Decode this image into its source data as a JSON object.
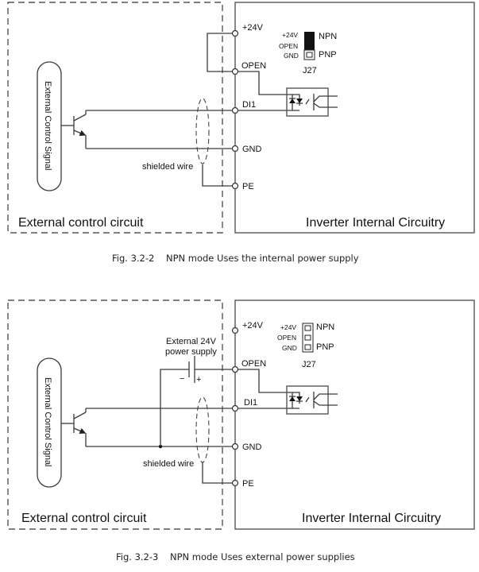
{
  "figures": [
    {
      "id": "fig-3-2-2",
      "caption": "Fig. 3.2-2    NPN mode Uses the internal power supply",
      "external_box_label": "External control circuit",
      "internal_box_label": "Inverter Internal Circuitry",
      "signal_label": "External Control Signal",
      "shield_label": "shielded wire",
      "terminals": [
        "+24V",
        "OPEN",
        "DI1",
        "GND",
        "PE"
      ],
      "jumper": {
        "name": "J27",
        "pins": [
          "+24V",
          "OPEN",
          "GND"
        ],
        "modes": [
          "NPN",
          "PNP"
        ],
        "selected": "NPN"
      }
    },
    {
      "id": "fig-3-2-3",
      "caption": "Fig. 3.2-3    NPN mode Uses external power supplies",
      "external_box_label": "External control circuit",
      "internal_box_label": "Inverter Internal Circuitry",
      "signal_label": "External Control Signal",
      "shield_label": "shielded wire",
      "supply_label_line1": "External 24V",
      "supply_label_line2": "power supply",
      "supply_minus": "−",
      "supply_plus": "+",
      "terminals": [
        "+24V",
        "OPEN",
        "DI1",
        "GND",
        "PE"
      ],
      "jumper": {
        "name": "J27",
        "pins": [
          "+24V",
          "OPEN",
          "GND"
        ],
        "modes": [
          "NPN",
          "PNP"
        ],
        "selected": "none"
      }
    }
  ]
}
